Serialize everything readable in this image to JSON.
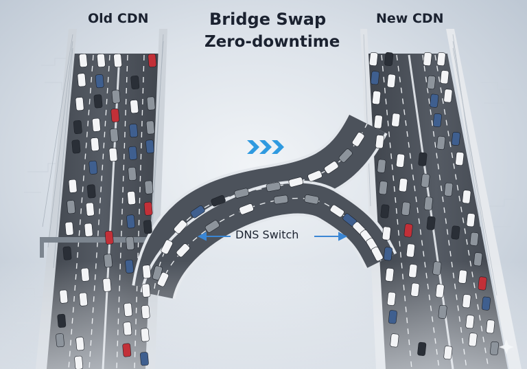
{
  "labels": {
    "old_cdn": "Old CDN",
    "new_cdn": "New CDN",
    "title": "Bridge Swap",
    "subtitle": "Zero-downtime",
    "dns_switch": "DNS Switch"
  },
  "colors": {
    "road": "#4a4f57",
    "road_edge": "#d9dde2",
    "lane_mark": "#e8ebee",
    "accent_arrow": "#3a86d4",
    "chevron": "#2f9ae0",
    "car_white": "#f3f4f6",
    "car_gray": "#8d949c",
    "car_dark": "#2a2f37",
    "car_red": "#c23038",
    "car_blue": "#3f5f8f"
  },
  "icons": [
    "forward-chevrons-icon",
    "left-arrow-icon",
    "right-arrow-icon",
    "sparkle-icon"
  ]
}
